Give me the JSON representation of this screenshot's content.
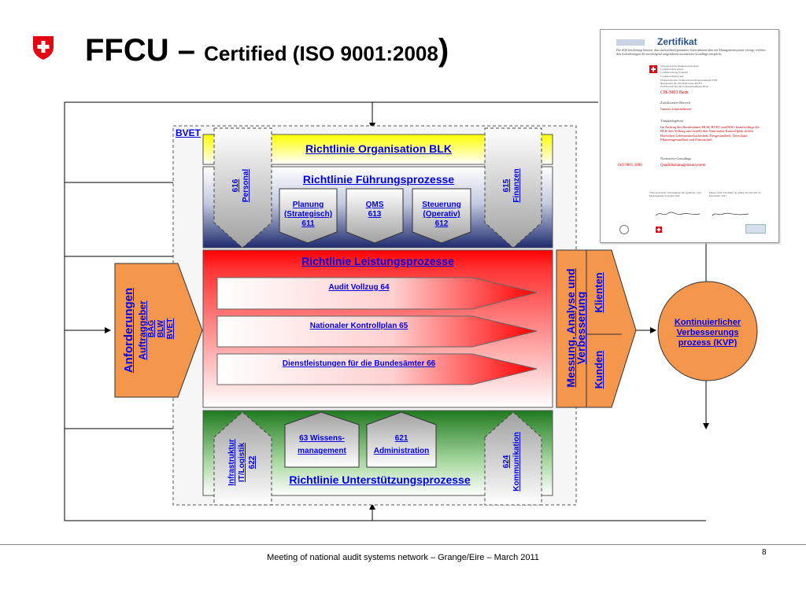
{
  "title": {
    "main": "FFCU – ",
    "sub": "Certified (ISO 9001:2008",
    "close": ")"
  },
  "certificate": {
    "heading": "Zertifikat",
    "intro": "Die SQS bescheinigt hiermit, dass nachstehend genanntes Unternehmen über ein Managementsystem verfügt, welches den Anforderungen der nachfolgend aufgeführten normativen Grundlage entspricht.",
    "org_lines": [
      "Schweizerische Eidgenossenschaft",
      "Confédération suisse",
      "Confederazione Svizzera",
      "Confederaziun svizra"
    ],
    "dept_lines": [
      "Eidgenössisches Volkswirtschaftsdepartement EVD",
      "Bundesamt für Veterinärwesen BVET",
      "Fachbereich für die Lebensmittelkette BLK"
    ],
    "city": "CH-3003 Bern",
    "scope_label": "Zertifizierter Bereich",
    "scope_value": "Ganzes Unternehmen",
    "activity_label": "Tätigkeitsgebiet",
    "activity_value": "Im Auftrag des Bundesämter BLW, BVET und BAG beaufsichtigt die BLK den Vollzug und erstellt den Nationalen Kontrollplan in den Bereichen Lebensmittelsicherheit, Tiergesundheit, Tierschutz, Pflanzengesundheit und Futtermittel.",
    "basis_label": "Normative Grundlage",
    "standard": "ISO 9001:2008",
    "standard_desc": "Qualitätsmanagementsystem",
    "foot_left": "Schweizerische Vereinigung für Qualitäts- und Management-Systeme SQS",
    "foot_right": "Dieses SQS-Zertifikat ist gültig bis und mit 14. Dezember 2011"
  },
  "diagram": {
    "outer_label": "BVET",
    "top_bar": "Richtlinie Organisation BLK",
    "fuehrung": "Richtlinie Führungsprozesse",
    "personal": {
      "num": "616",
      "label": "Personal"
    },
    "finanzen": {
      "num": "615",
      "label": "Finanzen"
    },
    "planung": {
      "l1": "Planung",
      "l2": "(Strategisch)",
      "l3": "611"
    },
    "qms": {
      "l1": "QMS",
      "l2": "613"
    },
    "steuerung": {
      "l1": "Steuerung",
      "l2": "(Operativ)",
      "l3": "612"
    },
    "leistung": "Richtlinie Leistungsprozesse",
    "audit": "Audit Vollzug 64",
    "kontrollplan": "Nationaler Kontrollplan 65",
    "dienst": "Dienstleistungen für die Bundesämter 66",
    "anforderungen": "Anforderungen",
    "auftraggeber": "Auftraggeber",
    "bag": "BAG",
    "blw": "BLW",
    "bvet": "BVET",
    "messung_l1": "Messung, Analyse und",
    "messung_l2": "Verbesserung",
    "klienten": "Klienten",
    "kunden": "Kunden",
    "kvp_l1": "Kontinuierlicher",
    "kvp_l2": "Verbesserungs",
    "kvp_l3": "prozess (KVP)",
    "unterstuetzung": "Richtlinie Unterstützungsprozesse",
    "infra_l1": "Infrastruktur",
    "infra_l2": "IT/Logistik",
    "infra_l3": "622",
    "wissen_l1": "63 Wissens-",
    "wissen_l2": "management",
    "admin_l1": "621",
    "admin_l2": "Administration",
    "komm_num": "624",
    "komm_label": "Kommunikation"
  },
  "footer": {
    "text": "Meeting of national audit systems network – Grange/Eire – March 2011",
    "page": "8"
  },
  "colors": {
    "link": "#0000ee",
    "orange": "#f4964c",
    "red": "#ff0000",
    "green": "#2e8b2e",
    "navy": "#1e2b6e",
    "swiss_red": "#e30613"
  }
}
